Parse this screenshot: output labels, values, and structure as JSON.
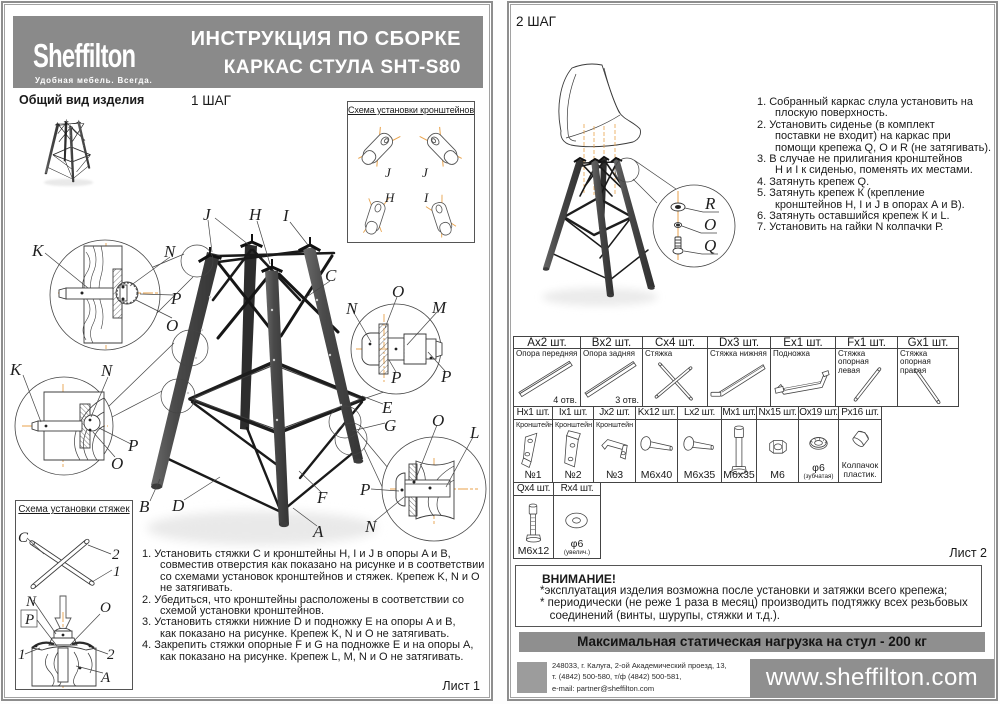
{
  "header": {
    "logo": "Sheffilton",
    "tagline": "Удобная мебель. Всегда.",
    "title_line1": "ИНСТРУКЦИЯ ПО СБОРКЕ",
    "title_line2": "КАРКАС СТУЛА SHT-S80"
  },
  "page1": {
    "general_view_label": "Общий вид изделия",
    "step_label": "1 ШАГ",
    "bracket_scheme": {
      "title": "Схема установки кронштейнов",
      "labels": [
        "J",
        "J",
        "H",
        "I"
      ]
    },
    "tie_scheme": {
      "title": "Схема установки стяжек",
      "labels": {
        "c": "C",
        "n2": "2",
        "n1": "1",
        "n": "N",
        "p": "P",
        "o": "O",
        "b1": "1",
        "b2": "2",
        "a": "A"
      }
    },
    "callouts": {
      "J": "J",
      "H": "H",
      "I": "I",
      "C": "C",
      "K1": "K",
      "N1": "N",
      "P1": "P",
      "O1": "O",
      "K2": "K",
      "N2": "N",
      "P2": "P",
      "O2": "O",
      "N3": "N",
      "O3": "O",
      "M3": "M",
      "P3": "P",
      "P4": "P",
      "E": "E",
      "G": "G",
      "O4": "O",
      "L4": "L",
      "P5": "P",
      "N4": "N",
      "B": "B",
      "D": "D",
      "F": "F",
      "A": "A"
    },
    "steps": [
      "1. Установить стяжки C и кронштейны H,  I и J в опоры A и B,\nсовместив отверстия как показано на рисунке и в соответствии\nсо схемами установок кронштейнов и стяжек. Крепеж K, N и O\nне затягивать.",
      "2. Убедиться, что кронштейны расположены в соответствии со\nсхемой установки кронштейнов.",
      "3. Установить стяжки нижние D и подножку E на опоры A и B,\nкак показано на рисунке. Крепеж K, N и O не затягивать.",
      "4. Закрепить стяжки опорные F и G на подножке E и на опоры A,\nкак показано на рисунке. Крепеж L, M, N и O не затягивать."
    ],
    "sheet_label": "Лист 1"
  },
  "page2": {
    "step_label": "2 ШАГ",
    "detail_letters": {
      "r": "R",
      "o": "O",
      "q": "Q"
    },
    "steps": [
      "1. Собранный каркас слула установить на\nплоскую поверхность.",
      "2. Установить сиденье (в комплект\nпоставки не входит) на каркас при\nпомощи крепежа Q, О и R (не затягивать).",
      "3. В случае не прилигания кронштейнов\nН и I к сиденью, поменять их местами.",
      "4. Затянуть крепеж Q.",
      "5. Затянуть крепеж К (крепление\nкронштейнов H, I и J в опорах А и В).",
      "6. Затянуть оставшийся крепеж К и L.",
      "7. Установить на гайки N колпачки Р."
    ],
    "parts_table": {
      "row1": [
        {
          "header": "Ax2 шт.",
          "name": "Опора передняя",
          "note": "4 отв."
        },
        {
          "header": "Bx2 шт.",
          "name": "Опора задняя",
          "note": "3 отв."
        },
        {
          "header": "Cx4 шт.",
          "name": "Стяжка",
          "note": ""
        },
        {
          "header": "Dx3 шт.",
          "name": "Стяжка нижняя",
          "note": ""
        },
        {
          "header": "Ex1 шт.",
          "name": "Подножка",
          "note": ""
        },
        {
          "header": "Fx1 шт.",
          "name": "Стяжка опорная\nлевая",
          "note": ""
        },
        {
          "header": "Gx1 шт.",
          "name": "Стяжка опорная\nправая",
          "note": ""
        }
      ],
      "row2": [
        {
          "header": "Hx1 шт.",
          "name": "Кронштейн",
          "label": "№1"
        },
        {
          "header": "Ix1 шт.",
          "name": "Кронштейн",
          "label": "№2"
        },
        {
          "header": "Jx2 шт.",
          "name": "Кронштейн",
          "label": "№3"
        },
        {
          "header": "Kx12 шт.",
          "label": "М6х40"
        },
        {
          "header": "Lx2 шт.",
          "label": "М6х35"
        },
        {
          "header": "Mx1 шт.",
          "label": "М6х35"
        },
        {
          "header": "Nx15 шт.",
          "label": "М6"
        },
        {
          "header": "Ox19 шт.",
          "label": "φ6",
          "sublabel": "(зубчатая)"
        },
        {
          "header": "Px16 шт.",
          "label": "Колпачок пластик."
        }
      ],
      "row3": [
        {
          "header": "Qx4 шт.",
          "label": "М6х12"
        },
        {
          "header": "Rx4 шт.",
          "label": "φ6",
          "sublabel": "(увелич.)"
        }
      ]
    },
    "sheet_label": "Лист 2",
    "warning": {
      "title": "ВНИМАНИЕ!",
      "body": "*эксплуатация изделия возможна после установки и затяжки всего крепежа;\n* периодически (не реже 1 раза в месяц) производить подтяжку всех резьбовых\n   соединений (винты, шурупы, стяжки и т.д.)."
    },
    "max_load": "Максимальная статическая нагрузка на стул - 200 кг",
    "footer": {
      "address": "248033, г. Калуга, 2-ой Академический проезд, 13,\nт. (4842) 500-580, т/ф (4842) 500-581,\ne-mail: partner@sheffilton.com",
      "website": "www.sheffilton.com"
    }
  }
}
